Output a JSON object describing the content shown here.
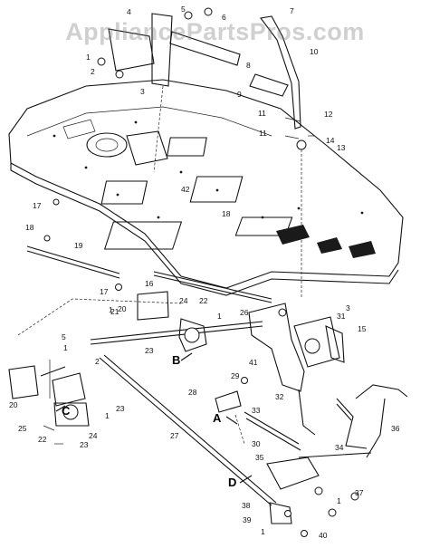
{
  "watermark": "AppliancePartsPros.com",
  "colors": {
    "ink": "#111111",
    "background": "#ffffff",
    "watermark": "#8a8a8a"
  },
  "callouts": [
    "1",
    "2",
    "3",
    "4",
    "5",
    "6",
    "7",
    "8",
    "9",
    "10",
    "11",
    "12",
    "13",
    "14",
    "15",
    "16",
    "17",
    "18",
    "19",
    "20",
    "21",
    "22",
    "23",
    "24",
    "25",
    "26",
    "27",
    "28",
    "29",
    "30",
    "31",
    "32",
    "33",
    "34",
    "35",
    "36",
    "37",
    "38",
    "39",
    "40",
    "41",
    "42"
  ],
  "view_markers": [
    "A",
    "B",
    "C",
    "D"
  ]
}
